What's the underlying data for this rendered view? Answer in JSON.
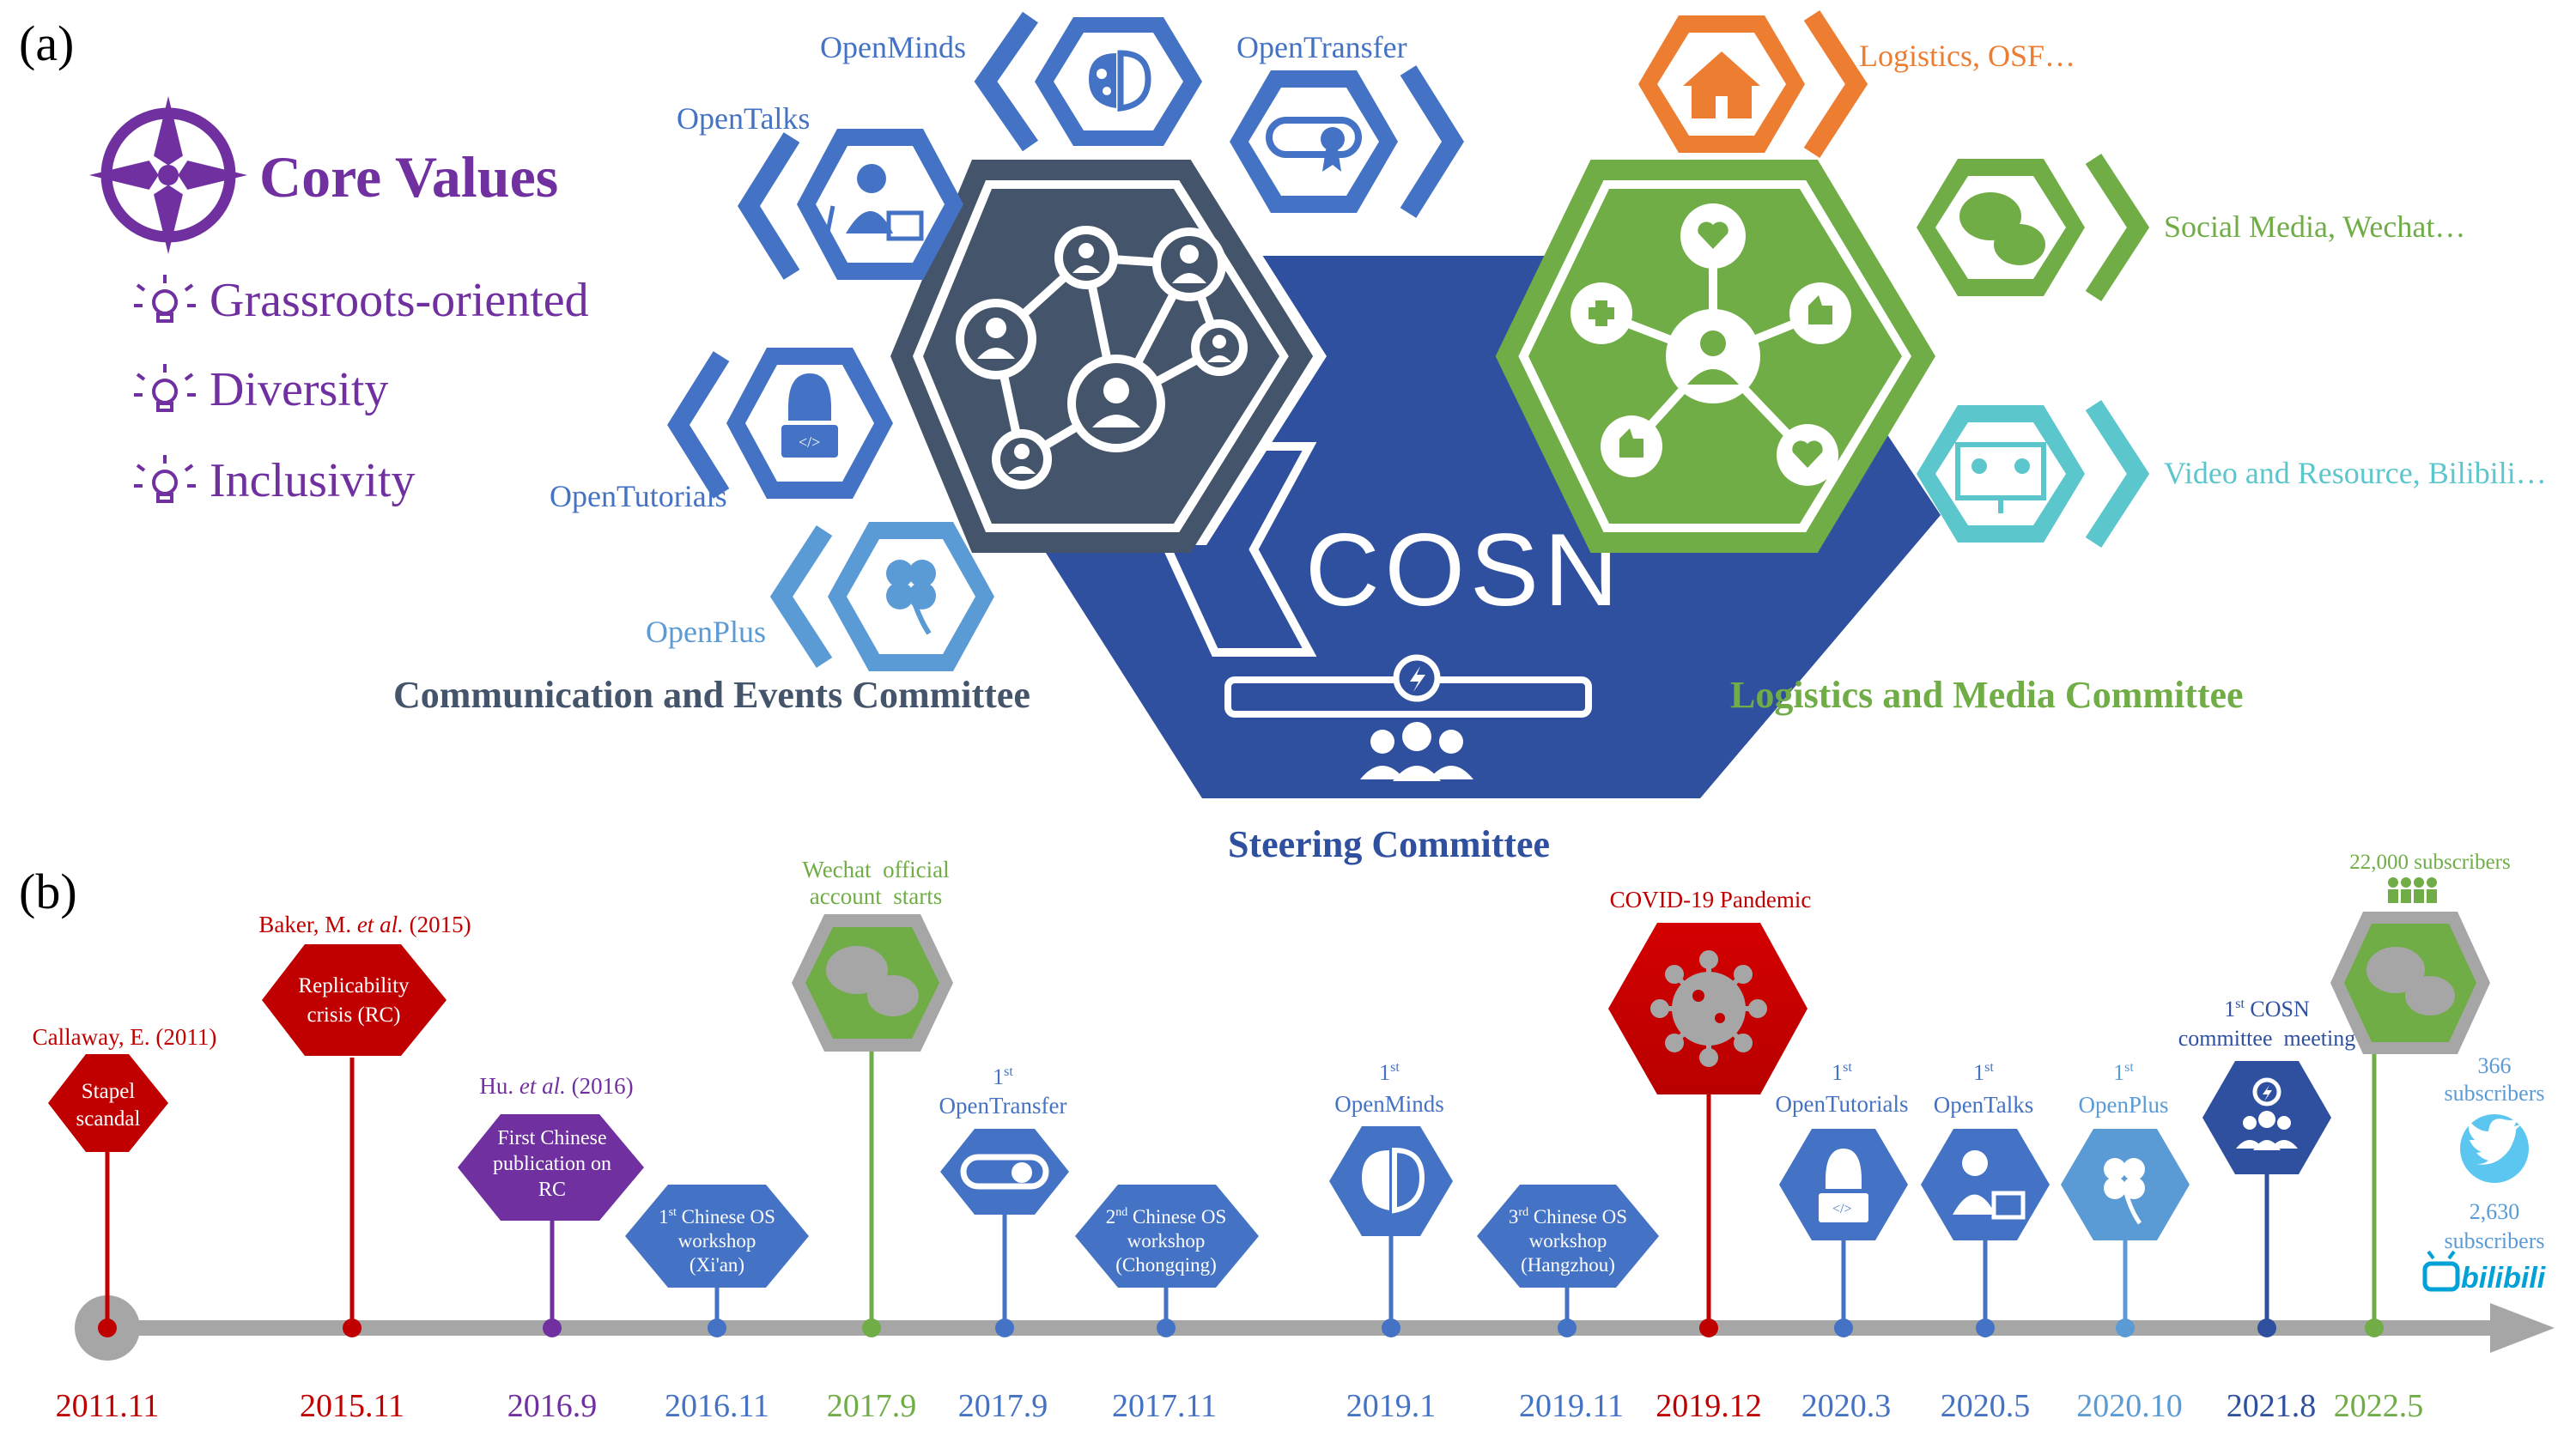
{
  "panel_a": {
    "label": "(a)",
    "core_values": {
      "title": "Core Values",
      "items": [
        "Grassroots-oriented",
        "Diversity",
        "Inclusivity"
      ]
    },
    "logo_text": "COSN",
    "committees": {
      "communication": "Communication and Events Committee",
      "logistics": "Logistics and Media Committee",
      "steering": "Steering Committee"
    },
    "programs": {
      "openminds": "OpenMinds",
      "opentransfer": "OpenTransfer",
      "opentalks": "OpenTalks",
      "opentutorials": "OpenTutorials",
      "openplus": "OpenPlus"
    },
    "channels": {
      "logistics": "Logistics, OSF…",
      "social": "Social Media, Wechat…",
      "video": "Video and Resource, Bilibili…"
    }
  },
  "panel_b": {
    "label": "(b)",
    "events": {
      "stapel": {
        "ref": "Callaway, E. (2011)",
        "lines": [
          "Stapel",
          "scandal"
        ],
        "date": "2011.11"
      },
      "rc": {
        "ref_pre": "Baker, M. ",
        "ref_it": "et al.",
        "ref_post": " (2015)",
        "lines": [
          "Replicability",
          "crisis (RC)"
        ],
        "date": "2015.11"
      },
      "hu": {
        "ref_pre": "Hu. ",
        "ref_it": "et al.",
        "ref_post": " (2016)",
        "lines": [
          "First Chinese",
          "publication on",
          "RC"
        ],
        "date": "2016.9"
      },
      "ws1": {
        "sup": "st",
        "lines": [
          "Chinese OS",
          "workshop",
          "(Xi'an)"
        ],
        "num": "1",
        "date": "2016.11"
      },
      "wechat": {
        "lines": [
          "Wechat  official",
          "account  starts"
        ],
        "date": "2017.9"
      },
      "otransfer": {
        "num": "1",
        "sup": "st",
        "name": "OpenTransfer",
        "date": "2017.9"
      },
      "ws2": {
        "num": "2",
        "sup": "nd",
        "lines": [
          "Chinese OS",
          "workshop",
          "(Chongqing)"
        ],
        "date": "2017.11"
      },
      "ominds": {
        "num": "1",
        "sup": "st",
        "name": "OpenMinds",
        "date": "2019.1"
      },
      "ws3": {
        "num": "3",
        "sup": "rd",
        "lines": [
          "Chinese OS",
          "workshop",
          "(Hangzhou)"
        ],
        "date": "2019.11"
      },
      "covid": {
        "title": "COVID-19 Pandemic",
        "date": "2019.12"
      },
      "otut": {
        "num": "1",
        "sup": "st",
        "name": "OpenTutorials",
        "date": "2020.3"
      },
      "otalks": {
        "num": "1",
        "sup": "st",
        "name": "OpenTalks",
        "date": "2020.5"
      },
      "oplus": {
        "num": "1",
        "sup": "st",
        "name": "OpenPlus",
        "date": "2020.10"
      },
      "meeting": {
        "num": "1",
        "sup": "st",
        "lines": [
          "COSN",
          "committee  meeting"
        ],
        "date": "2021.8"
      },
      "subs": {
        "wechat": "22,000 subscribers",
        "twitter_count": "366",
        "twitter_label": "subscribers",
        "bili_count": "2,630",
        "bili_label": "subscribers",
        "bili_logo": "bilibili",
        "date": "2022.5"
      }
    }
  },
  "colors": {
    "red": "#c00000",
    "purple": "#7030a0",
    "blue": "#4472c4",
    "lightblue": "#5b9bd5",
    "green": "#70ad47",
    "darkslate": "#44546a",
    "navy": "#2f4f9f",
    "orange": "#ed7d31",
    "cyan": "#5bc6cc",
    "grey": "#a6a6a6"
  }
}
